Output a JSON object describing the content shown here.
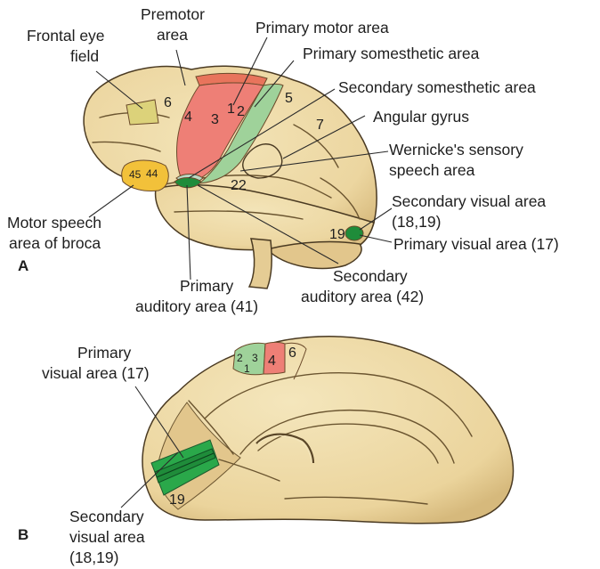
{
  "colors": {
    "brain_fill": "#efdcaa",
    "brain_shade": "#d9bd80",
    "motor_area": "#ee7f76",
    "somesthetic_area": "#9fd29a",
    "broca_area": "#f2c13a",
    "frontal_eye_field": "#dcd27a",
    "visual_primary": "#1f8c3a",
    "visual_secondary": "#2aa84a",
    "premotor_strip": "#e8745c"
  },
  "panel_a": {
    "marker": "A",
    "labels": {
      "frontal_eye_field_1": "Frontal eye",
      "frontal_eye_field_2": "field",
      "premotor_1": "Premotor",
      "premotor_2": "area",
      "primary_motor": "Primary motor area",
      "primary_somesthetic": "Primary somesthetic area",
      "secondary_somesthetic": "Secondary somesthetic area",
      "angular_gyrus": "Angular gyrus",
      "wernicke_1": "Wernicke's sensory",
      "wernicke_2": "speech area",
      "secondary_visual_1": "Secondary visual area",
      "secondary_visual_2": "(18,19)",
      "primary_visual": "Primary visual area (17)",
      "broca_1": "Motor speech",
      "broca_2": "area of broca",
      "primary_auditory_1": "Primary",
      "primary_auditory_2": "auditory area (41)",
      "secondary_auditory_1": "Secondary",
      "secondary_auditory_2": "auditory area (42)"
    },
    "area_numbers": {
      "n6": "6",
      "n4": "4",
      "n3": "3",
      "n1": "1",
      "n2": "2",
      "n5": "5",
      "n7": "7",
      "n45": "45",
      "n44": "44",
      "n22": "22",
      "n19": "19"
    }
  },
  "panel_b": {
    "marker": "B",
    "labels": {
      "primary_visual_1": "Primary",
      "primary_visual_2": "visual area (17)",
      "secondary_visual_1": "Secondary",
      "secondary_visual_2": "visual area",
      "secondary_visual_3": "(18,19)"
    },
    "area_numbers": {
      "n2": "2",
      "n3": "3",
      "n1": "1",
      "n4": "4",
      "n6": "6",
      "n19": "19"
    }
  }
}
